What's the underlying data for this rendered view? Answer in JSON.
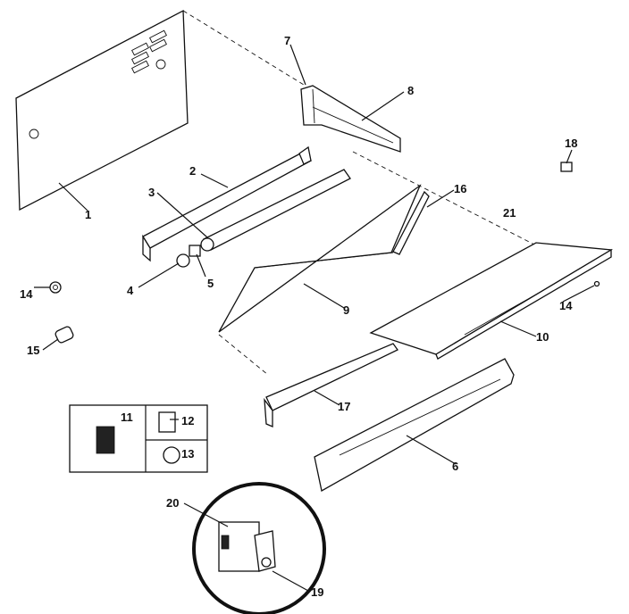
{
  "part_labels": {
    "p1": "1",
    "p2": "2",
    "p3": "3",
    "p4": "4",
    "p5": "5",
    "p6": "6",
    "p7": "7",
    "p8": "8",
    "p9": "9",
    "p10": "10",
    "p11": "11",
    "p12": "12",
    "p13": "13",
    "p14a": "14",
    "p14b": "14",
    "p15": "15",
    "p16": "16",
    "p17": "17",
    "p18": "18",
    "p19": "19",
    "p20": "20",
    "p21": "21"
  }
}
